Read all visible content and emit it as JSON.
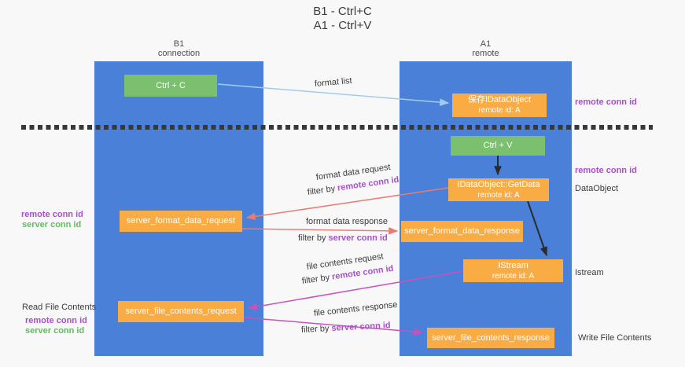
{
  "title": {
    "line1": "B1 - Ctrl+C",
    "line2": "A1 - Ctrl+V"
  },
  "lanes": {
    "left": {
      "title": "B1",
      "subtitle": "connection"
    },
    "right": {
      "title": "A1",
      "subtitle": "remote"
    }
  },
  "nodes": {
    "ctrl_c": {
      "label": "Ctrl + C"
    },
    "ctrl_v": {
      "label": "Ctrl + V"
    },
    "save_dataobject": {
      "line1": "保存IDataObject",
      "line2": "remote id: A"
    },
    "getdata": {
      "line1": "IDataObject::GetData",
      "line2": "remote id: A"
    },
    "istream": {
      "line1": "IStream",
      "line2": "remote id: A"
    },
    "server_format_data_request": {
      "label": "server_format_data_request"
    },
    "server_format_data_response": {
      "label": "server_format_data_response"
    },
    "server_file_contents_request": {
      "label": "server_file_contents_request"
    },
    "server_file_contents_response": {
      "label": "server_file_contents_response"
    }
  },
  "edges": {
    "format_list": {
      "label": "format list"
    },
    "format_data_request": {
      "label": "format data request",
      "filter_prefix": "filter by ",
      "filter_key": "remote conn id"
    },
    "format_data_response": {
      "label": "format data response",
      "filter_prefix": "filter by ",
      "filter_key": "server conn id"
    },
    "file_contents_request": {
      "label": "file contents request",
      "filter_prefix": "filter by ",
      "filter_key": "remote conn id"
    },
    "file_contents_response": {
      "label": "file contents response",
      "filter_prefix": "filter by ",
      "filter_key": "server conn id"
    }
  },
  "side_labels": {
    "left_format": {
      "remote": "remote conn id",
      "server": "server conn id"
    },
    "left_file": {
      "title": "Read File Contents",
      "remote": "remote conn id",
      "server": "server conn id"
    },
    "right_top": {
      "remote": "remote conn id"
    },
    "right_dataobject": {
      "remote": "remote conn id",
      "title": "DataObject"
    },
    "right_istream": {
      "title": "Istream"
    },
    "right_write": {
      "title": "Write File Contents"
    }
  },
  "colors": {
    "lane_blue": "#4A80D8",
    "node_green": "#7BC06E",
    "node_orange": "#F9AC44",
    "arrow_light_blue": "#A3CCEA",
    "arrow_salmon": "#E97C72",
    "arrow_magenta": "#C653BC",
    "arrow_black": "#2b2b2b",
    "text_purple": "#A94FC8",
    "text_green": "#63BA63"
  }
}
